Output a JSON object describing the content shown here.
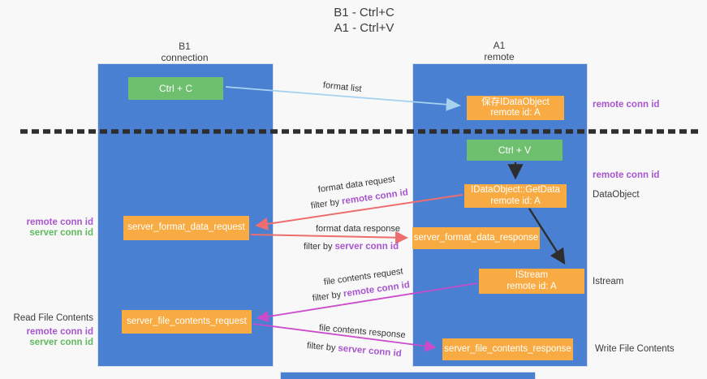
{
  "title": {
    "line1": "B1 - Ctrl+C",
    "line2": "A1 - Ctrl+V"
  },
  "columns": {
    "left": {
      "name": "B1",
      "role": "connection"
    },
    "right": {
      "name": "A1",
      "role": "remote"
    }
  },
  "boxes": {
    "ctrl_c": {
      "label": "Ctrl + C"
    },
    "ctrl_v": {
      "label": "Ctrl + V"
    },
    "save_idataobject": {
      "line1": "保存IDataObject",
      "line2": "remote id: A"
    },
    "idataobject_getdata": {
      "line1": "IDataObject::GetData",
      "line2": "remote id: A"
    },
    "istream": {
      "line1": "IStream",
      "line2": "remote id: A"
    },
    "server_format_data_request": {
      "label": "server_format_data_request"
    },
    "server_format_data_response": {
      "label": "server_format_data_response"
    },
    "server_file_contents_request": {
      "label": "server_file_contents_request"
    },
    "server_file_contents_response": {
      "label": "server_file_contents_response"
    }
  },
  "arrow_labels": {
    "format_list": "format list",
    "format_data_request": {
      "text": "format data request",
      "filter_prefix": "filter by ",
      "filter_key": "remote conn id"
    },
    "format_data_response": {
      "text": "format data response",
      "filter_prefix": "filter by ",
      "filter_key": "server conn id"
    },
    "file_contents_request": {
      "text": "file contents request",
      "filter_prefix": "filter by ",
      "filter_key": "remote conn id"
    },
    "file_contents_response": {
      "text": "file contents response",
      "filter_prefix": "filter by ",
      "filter_key": "server conn id"
    }
  },
  "side_labels": {
    "right_top_remote_conn_id": "remote conn id",
    "right_mid_remote_conn_id": "remote conn id",
    "right_dataobject": "DataObject",
    "right_istream": "Istream",
    "right_write_file_contents": "Write File Contents",
    "left_remote_conn_id_1": "remote conn id",
    "left_server_conn_id_1": "server conn id",
    "left_read_file_contents": "Read File Contents",
    "left_remote_conn_id_2": "remote conn id",
    "left_server_conn_id_2": "server conn id"
  },
  "colors": {
    "column_blue": "#4a80d2",
    "box_orange": "#f8ab43",
    "box_green": "#6ec06e",
    "arrow_light_blue": "#a6d2f0",
    "arrow_red": "#ed6e6e",
    "arrow_magenta": "#cb4ccb",
    "arrow_black": "#2d2d2d",
    "text_purple": "#a855cf",
    "text_green": "#5fba5f"
  }
}
